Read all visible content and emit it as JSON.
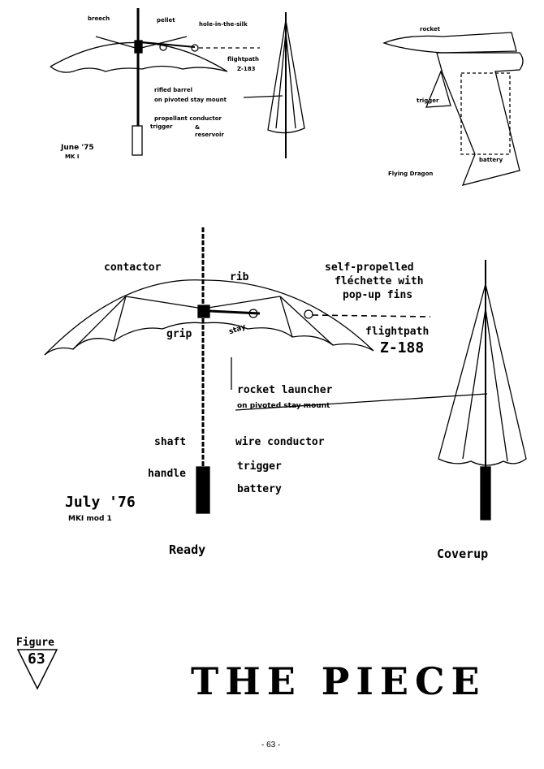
{
  "sketch1": {
    "labels": {
      "breech": "breech",
      "pellet": "pellet",
      "hole": "hole-in-the-silk",
      "flightpath": "flightpath",
      "z": "Z-183",
      "barrel": "rifled barrel",
      "mount": "on pivoted stay mount",
      "conductor": "propellant conductor",
      "trigger": "trigger",
      "amp": "&",
      "reservoir": "reservoir",
      "date": "June '75",
      "mark": "MK I"
    }
  },
  "sketch2": {
    "labels": {
      "rocket": "rocket",
      "trigger": "trigger",
      "battery": "battery",
      "caption": "Flying Dragon"
    }
  },
  "main": {
    "labels": {
      "contactor": "contactor",
      "rib": "rib",
      "self": "self-propelled",
      "flechette": "fléchette with",
      "fins": "pop-up fins",
      "flightpath": "flightpath",
      "z": "Z-188",
      "grip": "grip",
      "stay": "stay",
      "launcher": "rocket launcher",
      "mount": "on pivoted stay mount",
      "shaft": "shaft",
      "wire": "wire conductor",
      "handle": "handle",
      "trigger": "trigger",
      "battery": "battery",
      "date": "July '76",
      "mark": "MKI mod 1",
      "ready": "Ready",
      "coverup": "Coverup"
    }
  },
  "figure": {
    "label": "Figure",
    "number": "63"
  },
  "title": "THE PIECE",
  "page_number": "- 63 -"
}
